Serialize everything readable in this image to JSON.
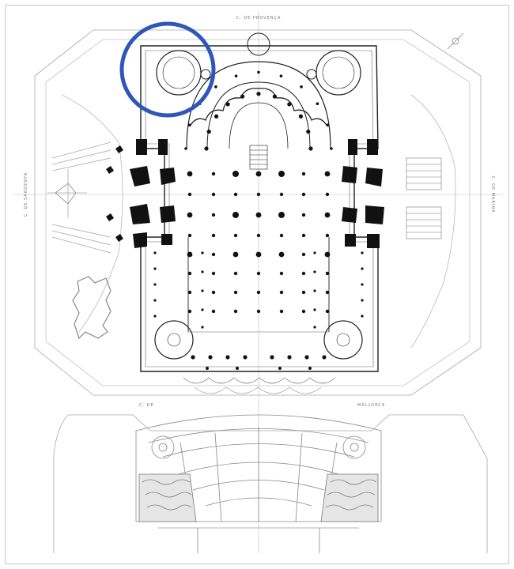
{
  "figure": {
    "streets": {
      "top": "C. DE PROVENÇA",
      "left": "C. DE SARDENYA",
      "right": "C. DE MARINA",
      "bottom_left": "C. DE",
      "bottom_right": "MALLORCA"
    },
    "annotation": {
      "shape": "circle",
      "color": "#2f56b9",
      "target": "north-west sacristy"
    }
  }
}
